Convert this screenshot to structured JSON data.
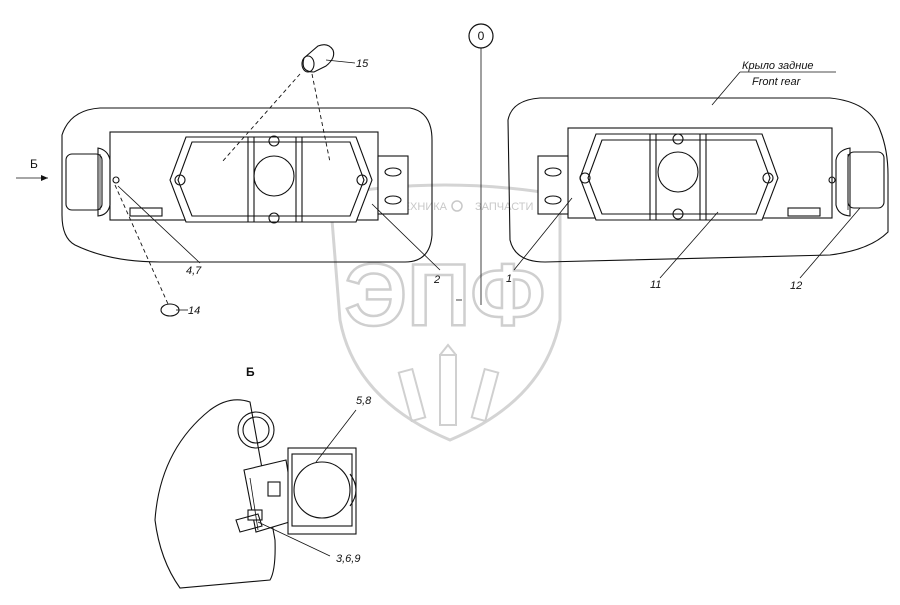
{
  "labels": {
    "view_marker": "Б",
    "view_title": "Б",
    "circle_ref": "0",
    "item_15": "15",
    "item_14": "14",
    "item_4_7": "4,7",
    "item_2": "2",
    "item_1": "1",
    "item_11": "11",
    "item_12": "12",
    "item_5_8": "5,8",
    "item_3_6_9": "3,6,9",
    "fender_ru": "Крылo задние",
    "fender_en": "Front rear"
  },
  "watermark": {
    "logo_text": "ЭПФ",
    "caption_left": "ТЕХНИКА",
    "caption_right": "ЗАПЧАСТИ"
  }
}
